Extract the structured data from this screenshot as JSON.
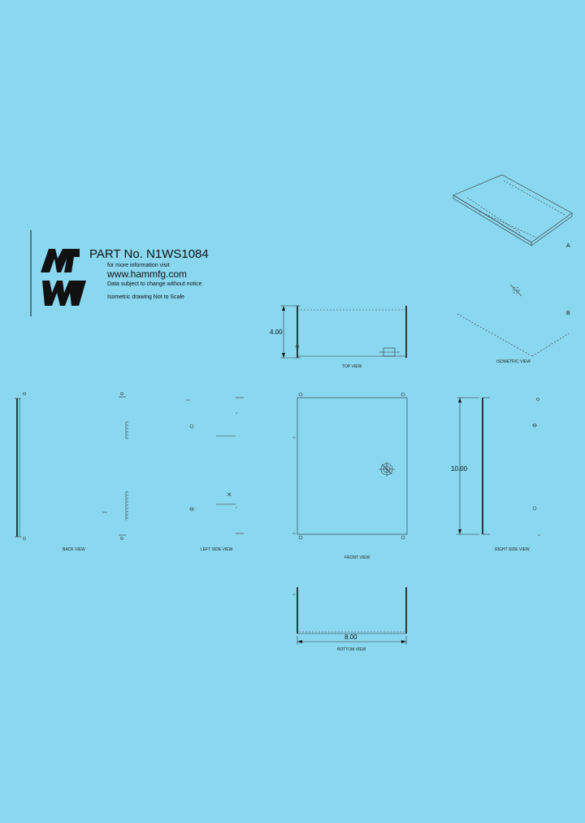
{
  "title_block": {
    "part_no": "PART No. N1WS1084",
    "more_info": "for more information visit",
    "url": "www.hammfg.com",
    "subject_to_change": "Data subject to change without notice",
    "isometric_note": "Isometric drawing Not to Scale"
  },
  "views": {
    "top_view": "TOP VIEW",
    "back_view": "BACK VIEW",
    "left_side_view": "LEFT SIDE VIEW",
    "front_view": "FRONT VIEW",
    "right_side_view": "RIGHT SIDE VIEW",
    "bottom_view": "BOTTOM VIEW",
    "isometric_view": "ISOMETRIC VIEW"
  },
  "dimensions": {
    "height": "4.00",
    "length": "10.00",
    "width": "8.00"
  },
  "isometric_labels": {
    "a": "A",
    "b": "B"
  },
  "colors": {
    "background": "#8ad8f0",
    "ink": "#111111"
  },
  "icons": {
    "logo": "hammond-hm-logo"
  }
}
